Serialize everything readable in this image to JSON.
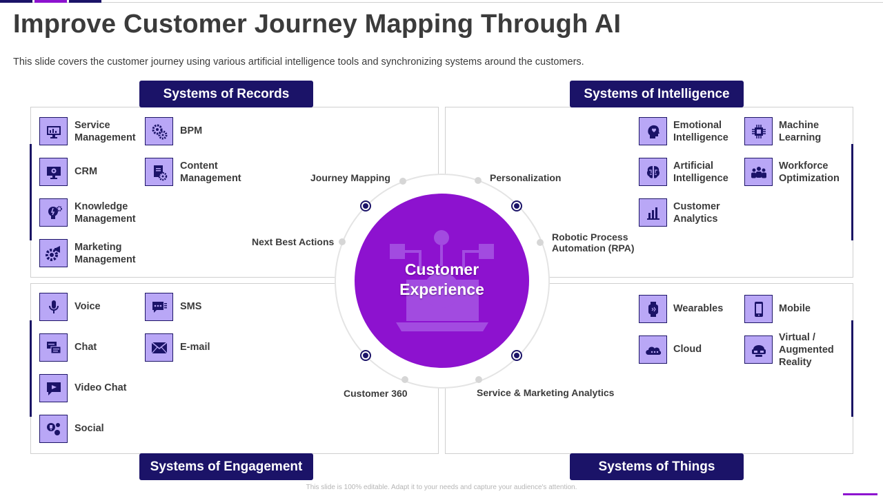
{
  "slide": {
    "title": "Improve Customer Journey Mapping Through AI",
    "subtitle": "This slide covers the customer journey using various artificial intelligence tools and synchronizing systems around the customers.",
    "footer": "This slide is 100% editable. Adapt it to your needs and capture your audience's attention."
  },
  "colors": {
    "navy": "#1b1368",
    "purple": "#8d12cf",
    "icon_bg": "#b9a7f6",
    "text": "#3b3b3b"
  },
  "center": {
    "label": "Customer\nExperience"
  },
  "quadrants": {
    "records": {
      "header": "Systems of Records",
      "items": [
        {
          "label": "Service\nManagement",
          "icon": "monitor-chart-icon"
        },
        {
          "label": "BPM",
          "icon": "gears-icon"
        },
        {
          "label": "CRM",
          "icon": "monitor-settings-icon"
        },
        {
          "label": "Content\nManagement",
          "icon": "document-gear-icon"
        },
        {
          "label": "Knowledge\nManagement",
          "icon": "bulb-gear-icon"
        },
        {
          "label": "Marketing\nManagement",
          "icon": "megaphone-gear-icon"
        }
      ]
    },
    "intelligence": {
      "header": "Systems of Intelligence",
      "items": [
        {
          "label": "Emotional\nIntelligence",
          "icon": "head-heart-icon"
        },
        {
          "label": "Machine\nLearning",
          "icon": "chip-icon"
        },
        {
          "label": "Artificial\nIntelligence",
          "icon": "brain-icon"
        },
        {
          "label": "Workforce\nOptimization",
          "icon": "team-icon"
        },
        {
          "label": "Customer\nAnalytics",
          "icon": "bar-chart-icon"
        }
      ]
    },
    "engagement": {
      "header": "Systems of Engagement",
      "items": [
        {
          "label": "Voice",
          "icon": "microphone-icon"
        },
        {
          "label": "SMS",
          "icon": "sms-icon"
        },
        {
          "label": "Chat",
          "icon": "chat-icon"
        },
        {
          "label": "E-mail",
          "icon": "envelope-icon"
        },
        {
          "label": "Video Chat",
          "icon": "video-chat-icon"
        },
        {
          "label": "Social",
          "icon": "social-icon"
        }
      ]
    },
    "things": {
      "header": "Systems of Things",
      "items": [
        {
          "label": "Wearables",
          "icon": "smartwatch-icon"
        },
        {
          "label": "Mobile",
          "icon": "mobile-icon"
        },
        {
          "label": "Cloud",
          "icon": "cloud-icon"
        },
        {
          "label": "Virtual  /\nAugmented\nReality",
          "icon": "vr-headset-icon"
        }
      ]
    }
  },
  "circle_labels": {
    "journey_mapping": "Journey Mapping",
    "personalization": "Personalization",
    "next_best_actions": "Next Best Actions",
    "rpa": "Robotic Process\nAutomation (RPA)",
    "customer_360": "Customer 360",
    "service_marketing": "Service & Marketing Analytics"
  }
}
